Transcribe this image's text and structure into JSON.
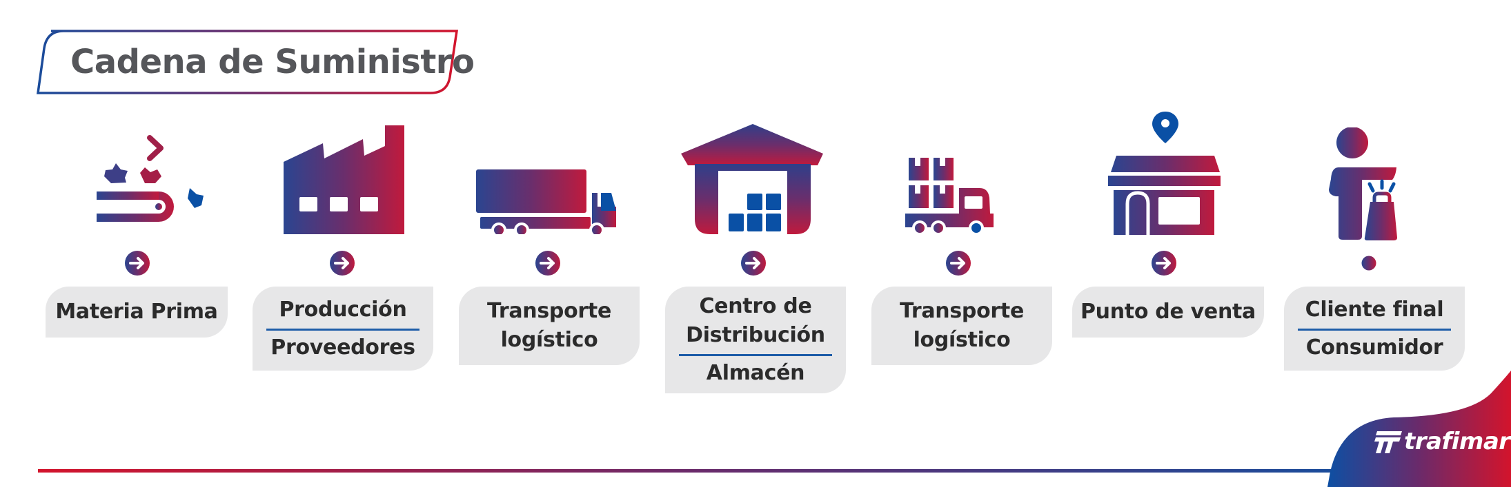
{
  "title": "Cadena de Suministro",
  "colors": {
    "blue": "#1f4fa0",
    "navy": "#2f3f8f",
    "red": "#c8183a",
    "accent_blue": "#0a50a5",
    "card_bg": "#e7e7e8",
    "title_text": "#55565a",
    "body_text": "#2b2b2b"
  },
  "steps": [
    {
      "id": "materia-prima",
      "icon": "raw-material-conveyor-icon",
      "lines_top": [
        "Materia Prima"
      ],
      "lines_bottom": [],
      "connector": "arrow"
    },
    {
      "id": "produccion",
      "icon": "factory-icon",
      "lines_top": [
        "Producción"
      ],
      "lines_bottom": [
        "Proveedores"
      ],
      "connector": "arrow"
    },
    {
      "id": "transporte-1",
      "icon": "truck-icon",
      "lines_top": [
        "Transporte",
        "logístico"
      ],
      "lines_bottom": [],
      "connector": "arrow"
    },
    {
      "id": "centro-distribucion",
      "icon": "warehouse-icon",
      "lines_top": [
        "Centro de",
        "Distribución"
      ],
      "lines_bottom": [
        "Almacén"
      ],
      "connector": "arrow"
    },
    {
      "id": "transporte-2",
      "icon": "delivery-truck-boxes-icon",
      "lines_top": [
        "Transporte",
        "logístico"
      ],
      "lines_bottom": [],
      "connector": "arrow"
    },
    {
      "id": "punto-venta",
      "icon": "store-location-icon",
      "lines_top": [
        "Punto de venta"
      ],
      "lines_bottom": [],
      "connector": "arrow"
    },
    {
      "id": "cliente-final",
      "icon": "customer-shopping-bag-icon",
      "lines_top": [
        "Cliente final"
      ],
      "lines_bottom": [
        "Consumidor"
      ],
      "connector": "dot"
    }
  ],
  "brand": {
    "name": "trafimar",
    "logo_icon": "trafimar-logo-icon"
  }
}
